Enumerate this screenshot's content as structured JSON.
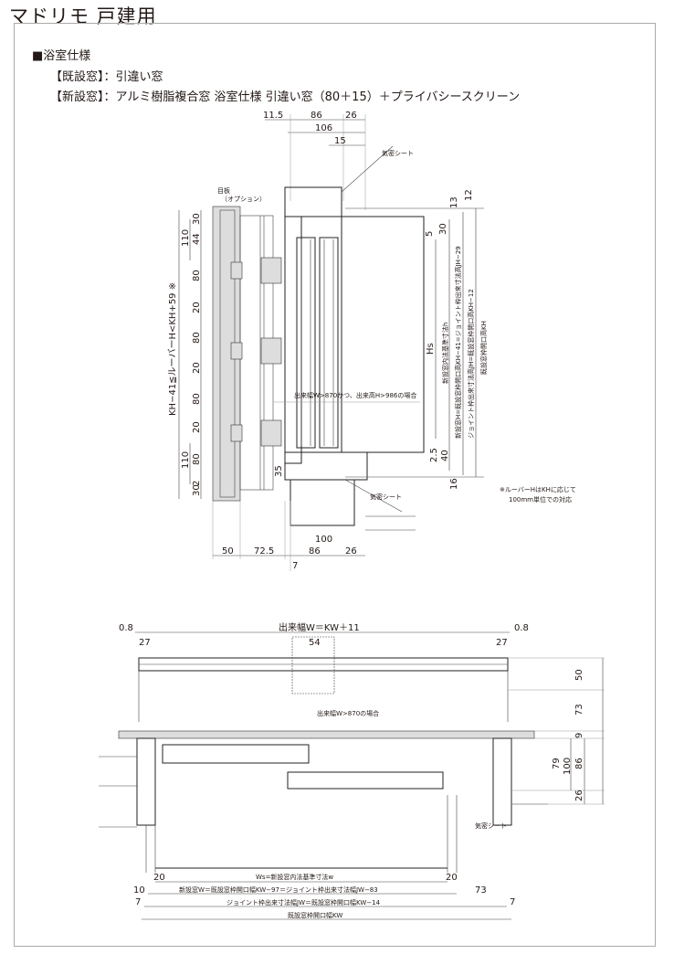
{
  "title": "マドリモ 戸建用",
  "section": "■浴室仕様",
  "existing_window": "【既設窓】：引違い窓",
  "new_window": "【新設窓】：アルミ樹脂複合窓 浴室仕様 引違い窓（80＋15）＋プライバシースクリーン",
  "vertical_section": {
    "top_dims": [
      "11.5",
      "86",
      "26",
      "106",
      "15"
    ],
    "airtight_sheet_top": "気密シート",
    "airtight_sheet_bottom": "気密シート",
    "meita_label": "目板",
    "option_label": "（オプション）",
    "louver_range": "KH−41≦ルーバーH<KH+59 ※",
    "left_dims": [
      "30",
      "44",
      "80",
      "20",
      "80",
      "20",
      "80",
      "20",
      "80",
      "30",
      "2"
    ],
    "left_group_dims": [
      "110",
      "110"
    ],
    "dim_35": "35",
    "dim_100": "100",
    "bottom_dims": [
      "50",
      "72.5",
      "86",
      "26"
    ],
    "dim_7": "7",
    "condition_note": "出来幅W>870かつ、出来高H>986の場合",
    "right_dims": {
      "d13": "13",
      "d12": "12",
      "d5": "5",
      "d30": "30",
      "d2_5": "2.5",
      "d40": "40",
      "d16": "16"
    },
    "hs": "Hs",
    "h_inner": "新設窓内法基準寸法h",
    "h_new": "新設窓H=既設窓枠開口高KH−41=ジョイント枠出来寸法高JH−29",
    "jh": "ジョイント枠出来寸法高JH=既設窓枠開口高KH−12",
    "kh": "既設窓枠開口高KH",
    "note_line1": "※ルーバーHはKHに応じて",
    "note_line2": "100mm単位での対応"
  },
  "horizontal_section": {
    "dim_08_left": "0.8",
    "width_label": "出来幅W＝KW＋11",
    "dim_08_right": "0.8",
    "dim_27_left": "27",
    "dim_54": "54",
    "dim_27_right": "27",
    "right_dims": [
      "50",
      "73",
      "9",
      "79",
      "100",
      "86",
      "26"
    ],
    "condition_note": "出来幅W>870の場合",
    "airtight_sheet": "気密シート",
    "dim_20_left": "20",
    "ws": "Ws=新設窓内法基準寸法w",
    "dim_20_right": "20",
    "dim_10": "10",
    "w_new": "新設窓W＝既設窓枠開口幅KW−97＝ジョイント枠出来寸法幅JW−83",
    "dim_73": "73",
    "dim_7_left": "7",
    "jw": "ジョイント枠出来寸法幅JW＝既設窓枠開口幅KW−14",
    "dim_7_right": "7",
    "kw": "既設窓枠開口幅KW"
  }
}
